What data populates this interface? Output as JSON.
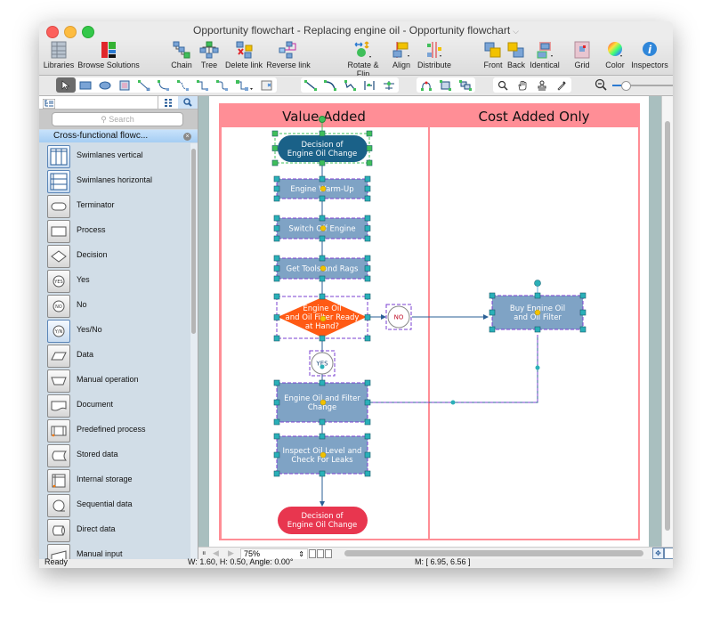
{
  "window": {
    "title": "Opportunity flowchart - Replacing engine oil - Opportunity flowchart"
  },
  "toolbar": {
    "buttons": [
      {
        "label": "Libraries",
        "icon": "libraries-icon"
      },
      {
        "label": "Browse Solutions",
        "icon": "browse-solutions-icon"
      },
      {
        "label": "Chain",
        "icon": "chain-icon"
      },
      {
        "label": "Tree",
        "icon": "tree-icon"
      },
      {
        "label": "Delete link",
        "icon": "delete-link-icon"
      },
      {
        "label": "Reverse link",
        "icon": "reverse-link-icon"
      },
      {
        "label": "Rotate & Flip",
        "icon": "rotate-flip-icon"
      },
      {
        "label": "Align",
        "icon": "align-icon"
      },
      {
        "label": "Distribute",
        "icon": "distribute-icon"
      },
      {
        "label": "Front",
        "icon": "front-icon"
      },
      {
        "label": "Back",
        "icon": "back-icon"
      },
      {
        "label": "Identical",
        "icon": "identical-icon"
      },
      {
        "label": "Grid",
        "icon": "grid-icon"
      },
      {
        "label": "Color",
        "icon": "color-icon"
      },
      {
        "label": "Inspectors",
        "icon": "inspectors-icon"
      }
    ]
  },
  "sidebar": {
    "search_placeholder": "Search",
    "library_title": "Cross-functional flowc...",
    "items": [
      {
        "label": "Swimlanes vertical"
      },
      {
        "label": "Swimlanes horizontal"
      },
      {
        "label": "Terminator"
      },
      {
        "label": "Process"
      },
      {
        "label": "Decision"
      },
      {
        "label": "Yes"
      },
      {
        "label": "No"
      },
      {
        "label": "Yes/No"
      },
      {
        "label": "Data"
      },
      {
        "label": "Manual operation"
      },
      {
        "label": "Document"
      },
      {
        "label": "Predefined process"
      },
      {
        "label": "Stored data"
      },
      {
        "label": "Internal storage"
      },
      {
        "label": "Sequential data"
      },
      {
        "label": "Direct data"
      },
      {
        "label": "Manual input"
      }
    ]
  },
  "diagram": {
    "lanes": [
      {
        "title": "Value Added"
      },
      {
        "title": "Cost Added Only"
      }
    ],
    "shapes": {
      "start": "Decision of\nEngine Oil Change",
      "warmup": "Engine Warm-Up",
      "switchoff": "Switch Off Engine",
      "tools": "Get Tools and Rags",
      "decision": "Engine Oil\nand Oil Filter Ready\nat Hand?",
      "no": "NO",
      "yes": "YES",
      "buy": "Buy Engine Oil\nand Oil Filter",
      "change": "Engine Oil and Filter\nChange",
      "inspect": "Inspect Oil Level and\nCheck For Leaks",
      "end": "Decision of\nEngine Oil Change"
    },
    "colors": {
      "lane_header": "#ff8e96",
      "lane_border": "#ff8e96",
      "terminator_start": "#1a6188",
      "process": "#7fa3c5",
      "decision": "#ff5a14",
      "terminator_end": "#e8364f",
      "connector": "#2a5f95"
    }
  },
  "view": {
    "zoom": "75%"
  },
  "status": {
    "state": "Ready",
    "dimensions": "W: 1.60,  H: 0.50,  Angle: 0.00°",
    "mouse": "M: [ 6.95, 6.56 ]"
  }
}
